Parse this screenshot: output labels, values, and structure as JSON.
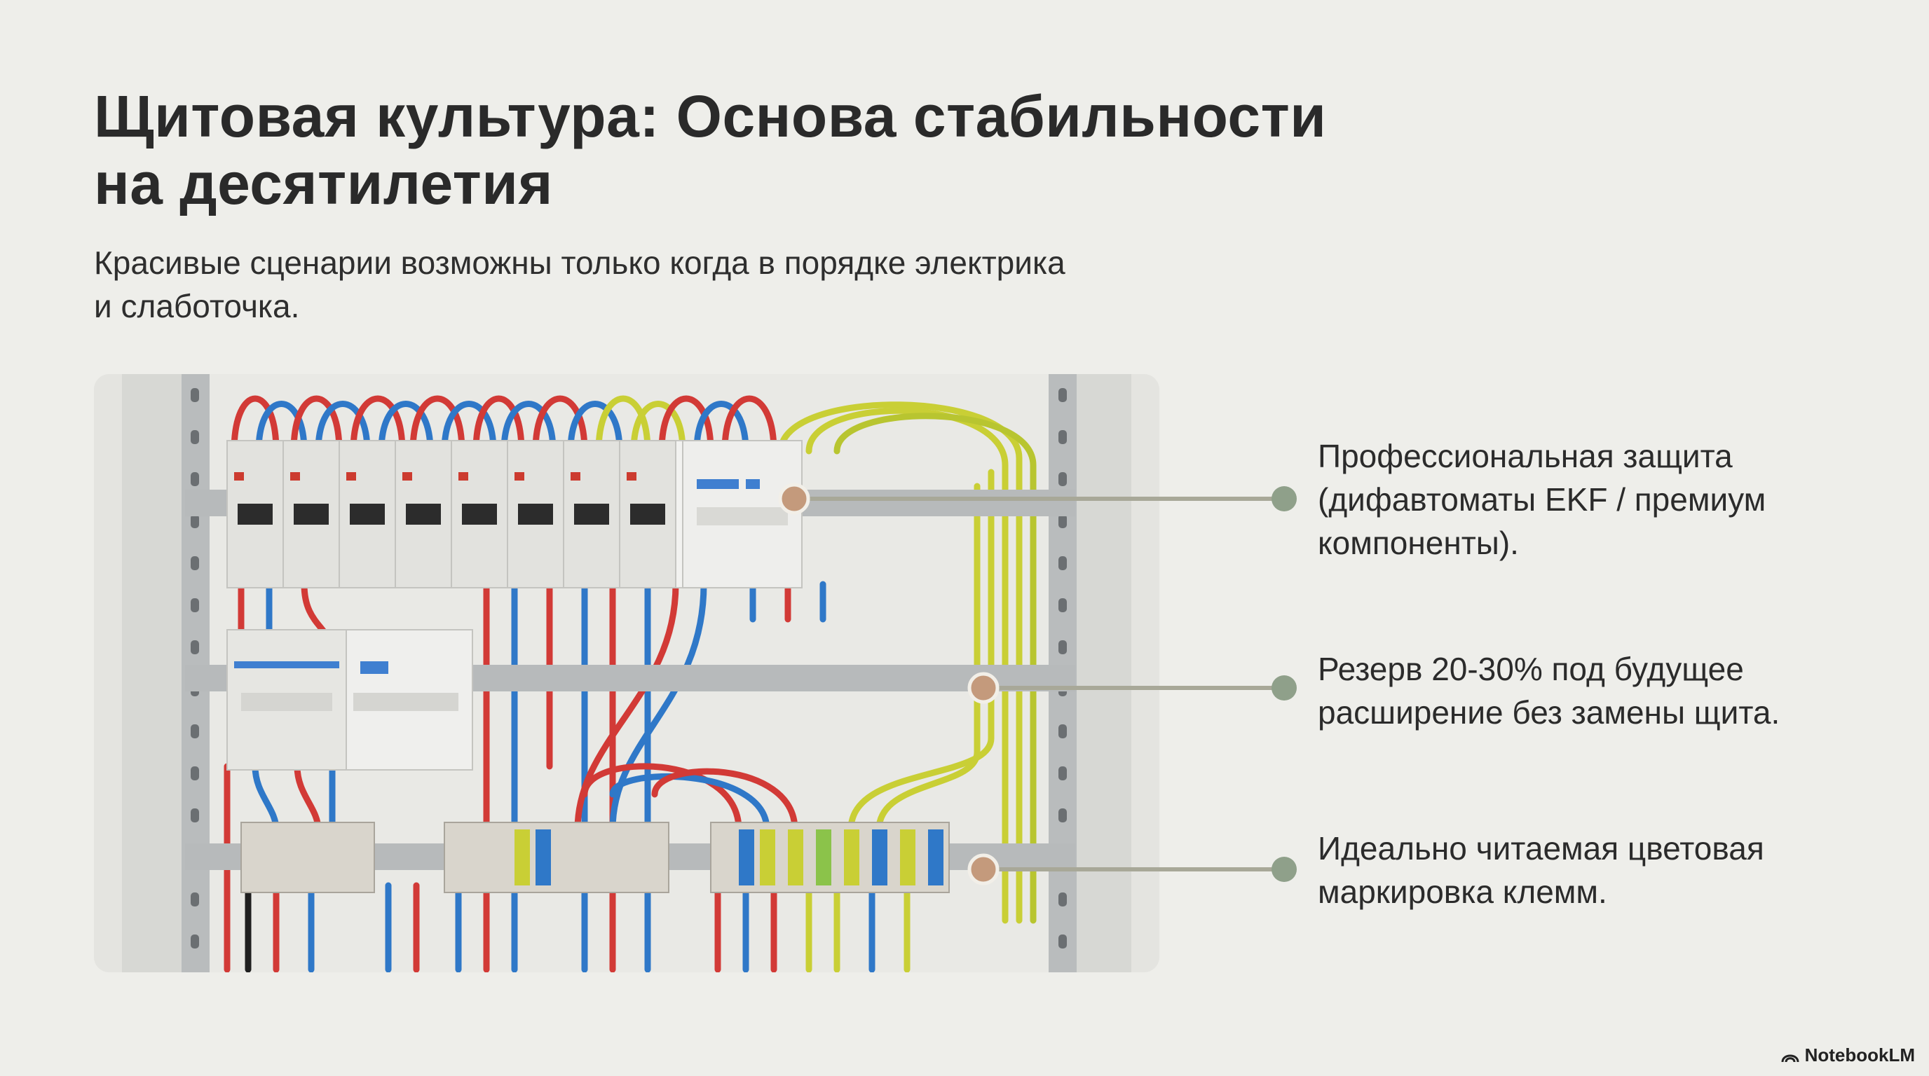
{
  "slide": {
    "title_line1": "Щитовая культура: Основа стабильности",
    "title_line2": "на десятилетия",
    "subtitle_line1": "Красивые сценарии возможны только когда в порядке электрика",
    "subtitle_line2": "и слаботочка."
  },
  "callouts": [
    {
      "line1": "Профессиональная защита",
      "line2": "(дифавтоматы EKF / премиум",
      "line3": "компоненты)."
    },
    {
      "line1": "Резерв 20-30% под будущее",
      "line2": "расширение без замены щита."
    },
    {
      "line1": "Идеально читаемая цветовая",
      "line2": "маркировка клемм."
    }
  ],
  "colors": {
    "background": "#eeeeea",
    "marker_near": "#c49a7c",
    "marker_far": "#8fa08a",
    "line": "#a8a898",
    "wire_red": "#d23a36",
    "wire_blue": "#2f78c8",
    "wire_yellow_green": "#c9cf35"
  },
  "brand": {
    "name": "NotebookLM",
    "icon": "notebooklm-logo-icon"
  }
}
